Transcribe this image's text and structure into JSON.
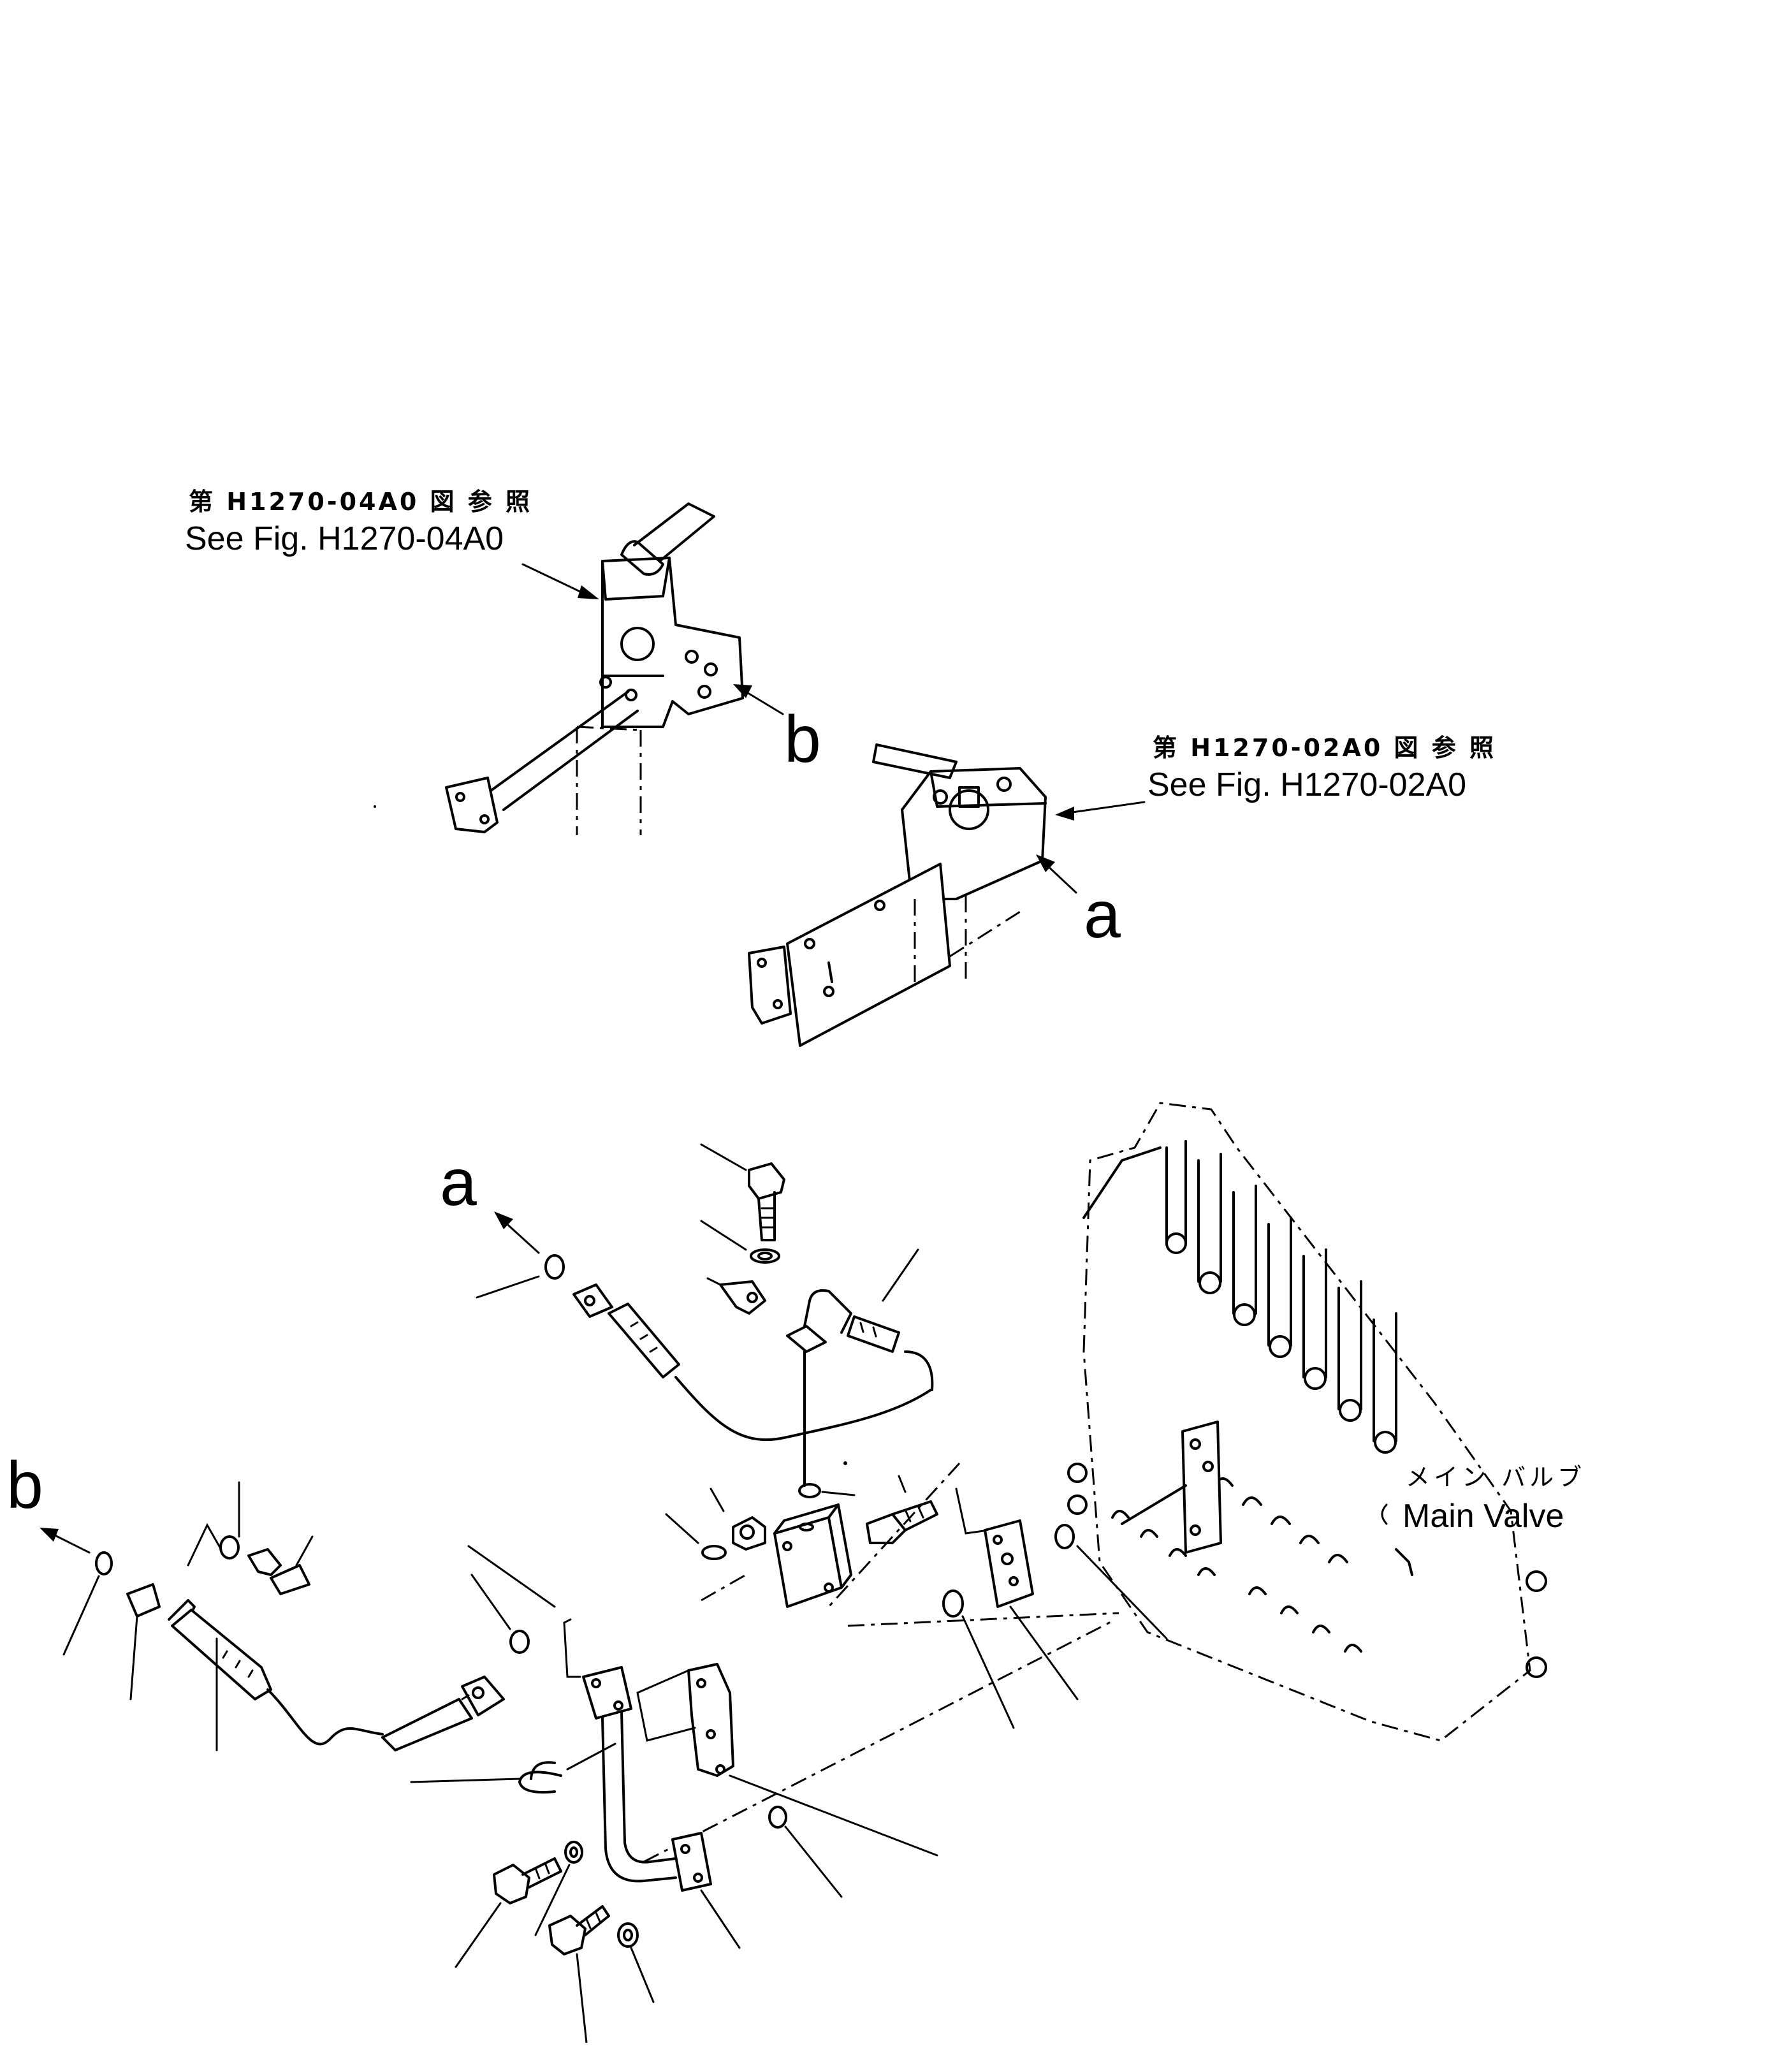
{
  "references": {
    "upper_valve": {
      "jp": "第 H1270-04A0 図 参 照",
      "en": "See Fig. H1270-04A0"
    },
    "right_valve": {
      "jp": "第 H1270-02A0 図 参 照",
      "en": "See Fig. H1270-02A0"
    }
  },
  "connection_labels": {
    "b_top": "b",
    "a_top": "a",
    "a_bottom": "a",
    "b_bottom": "b"
  },
  "main_valve": {
    "jp": "メイン バルブ",
    "en": "Main Valve"
  }
}
